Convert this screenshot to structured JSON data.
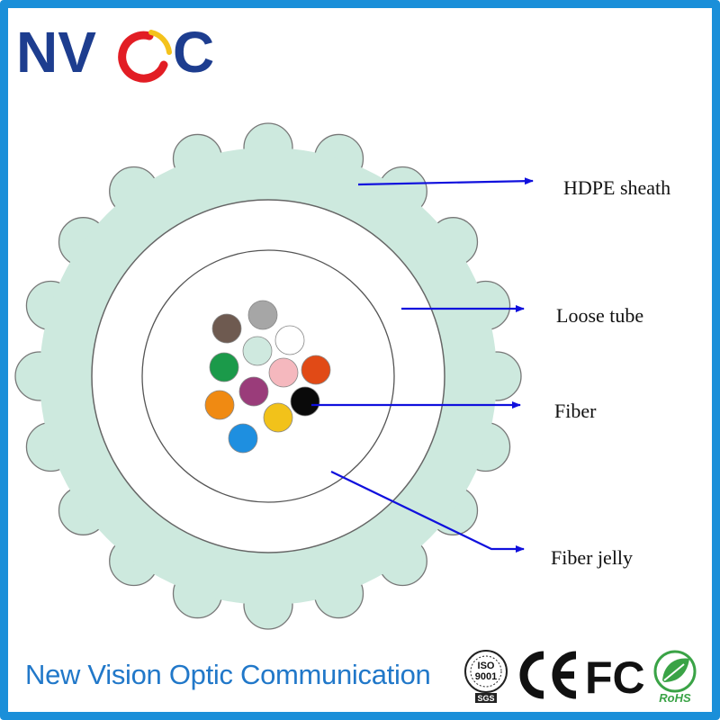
{
  "brand": {
    "logo_text": "NVOC",
    "company_name": "New Vision Optic Communication",
    "colors": {
      "navy": "#1d3d8f",
      "red": "#e21d24",
      "yellow": "#f4c21b",
      "frame": "#1a8fd9",
      "footer_text": "#2178c9"
    }
  },
  "diagram": {
    "colors": {
      "sheath": "#cde9de",
      "outline": "#555555",
      "arrow": "#1010dd"
    },
    "labels": {
      "sheath": "HDPE sheath",
      "loose_tube": "Loose tube",
      "fiber": "Fiber",
      "jelly": "Fiber jelly"
    },
    "fiber_colors": [
      "#6e5a50",
      "#a6a6a6",
      "#cfe9df",
      "#ffffff",
      "#1b9a4a",
      "#f5b8be",
      "#e14a16",
      "#f08a12",
      "#9a3c7a",
      "#0a0a0a",
      "#f2c21a",
      "#1e8fe0"
    ]
  },
  "certifications": {
    "iso_text": "ISO",
    "iso_number": "9001",
    "iso_badge": "SGS",
    "ce": "CE",
    "fc": "FC",
    "rohs": "RoHS",
    "icons": [
      "iso-9001-seal-icon",
      "ce-mark-icon",
      "fc-mark-icon",
      "rohs-leaf-icon"
    ]
  }
}
